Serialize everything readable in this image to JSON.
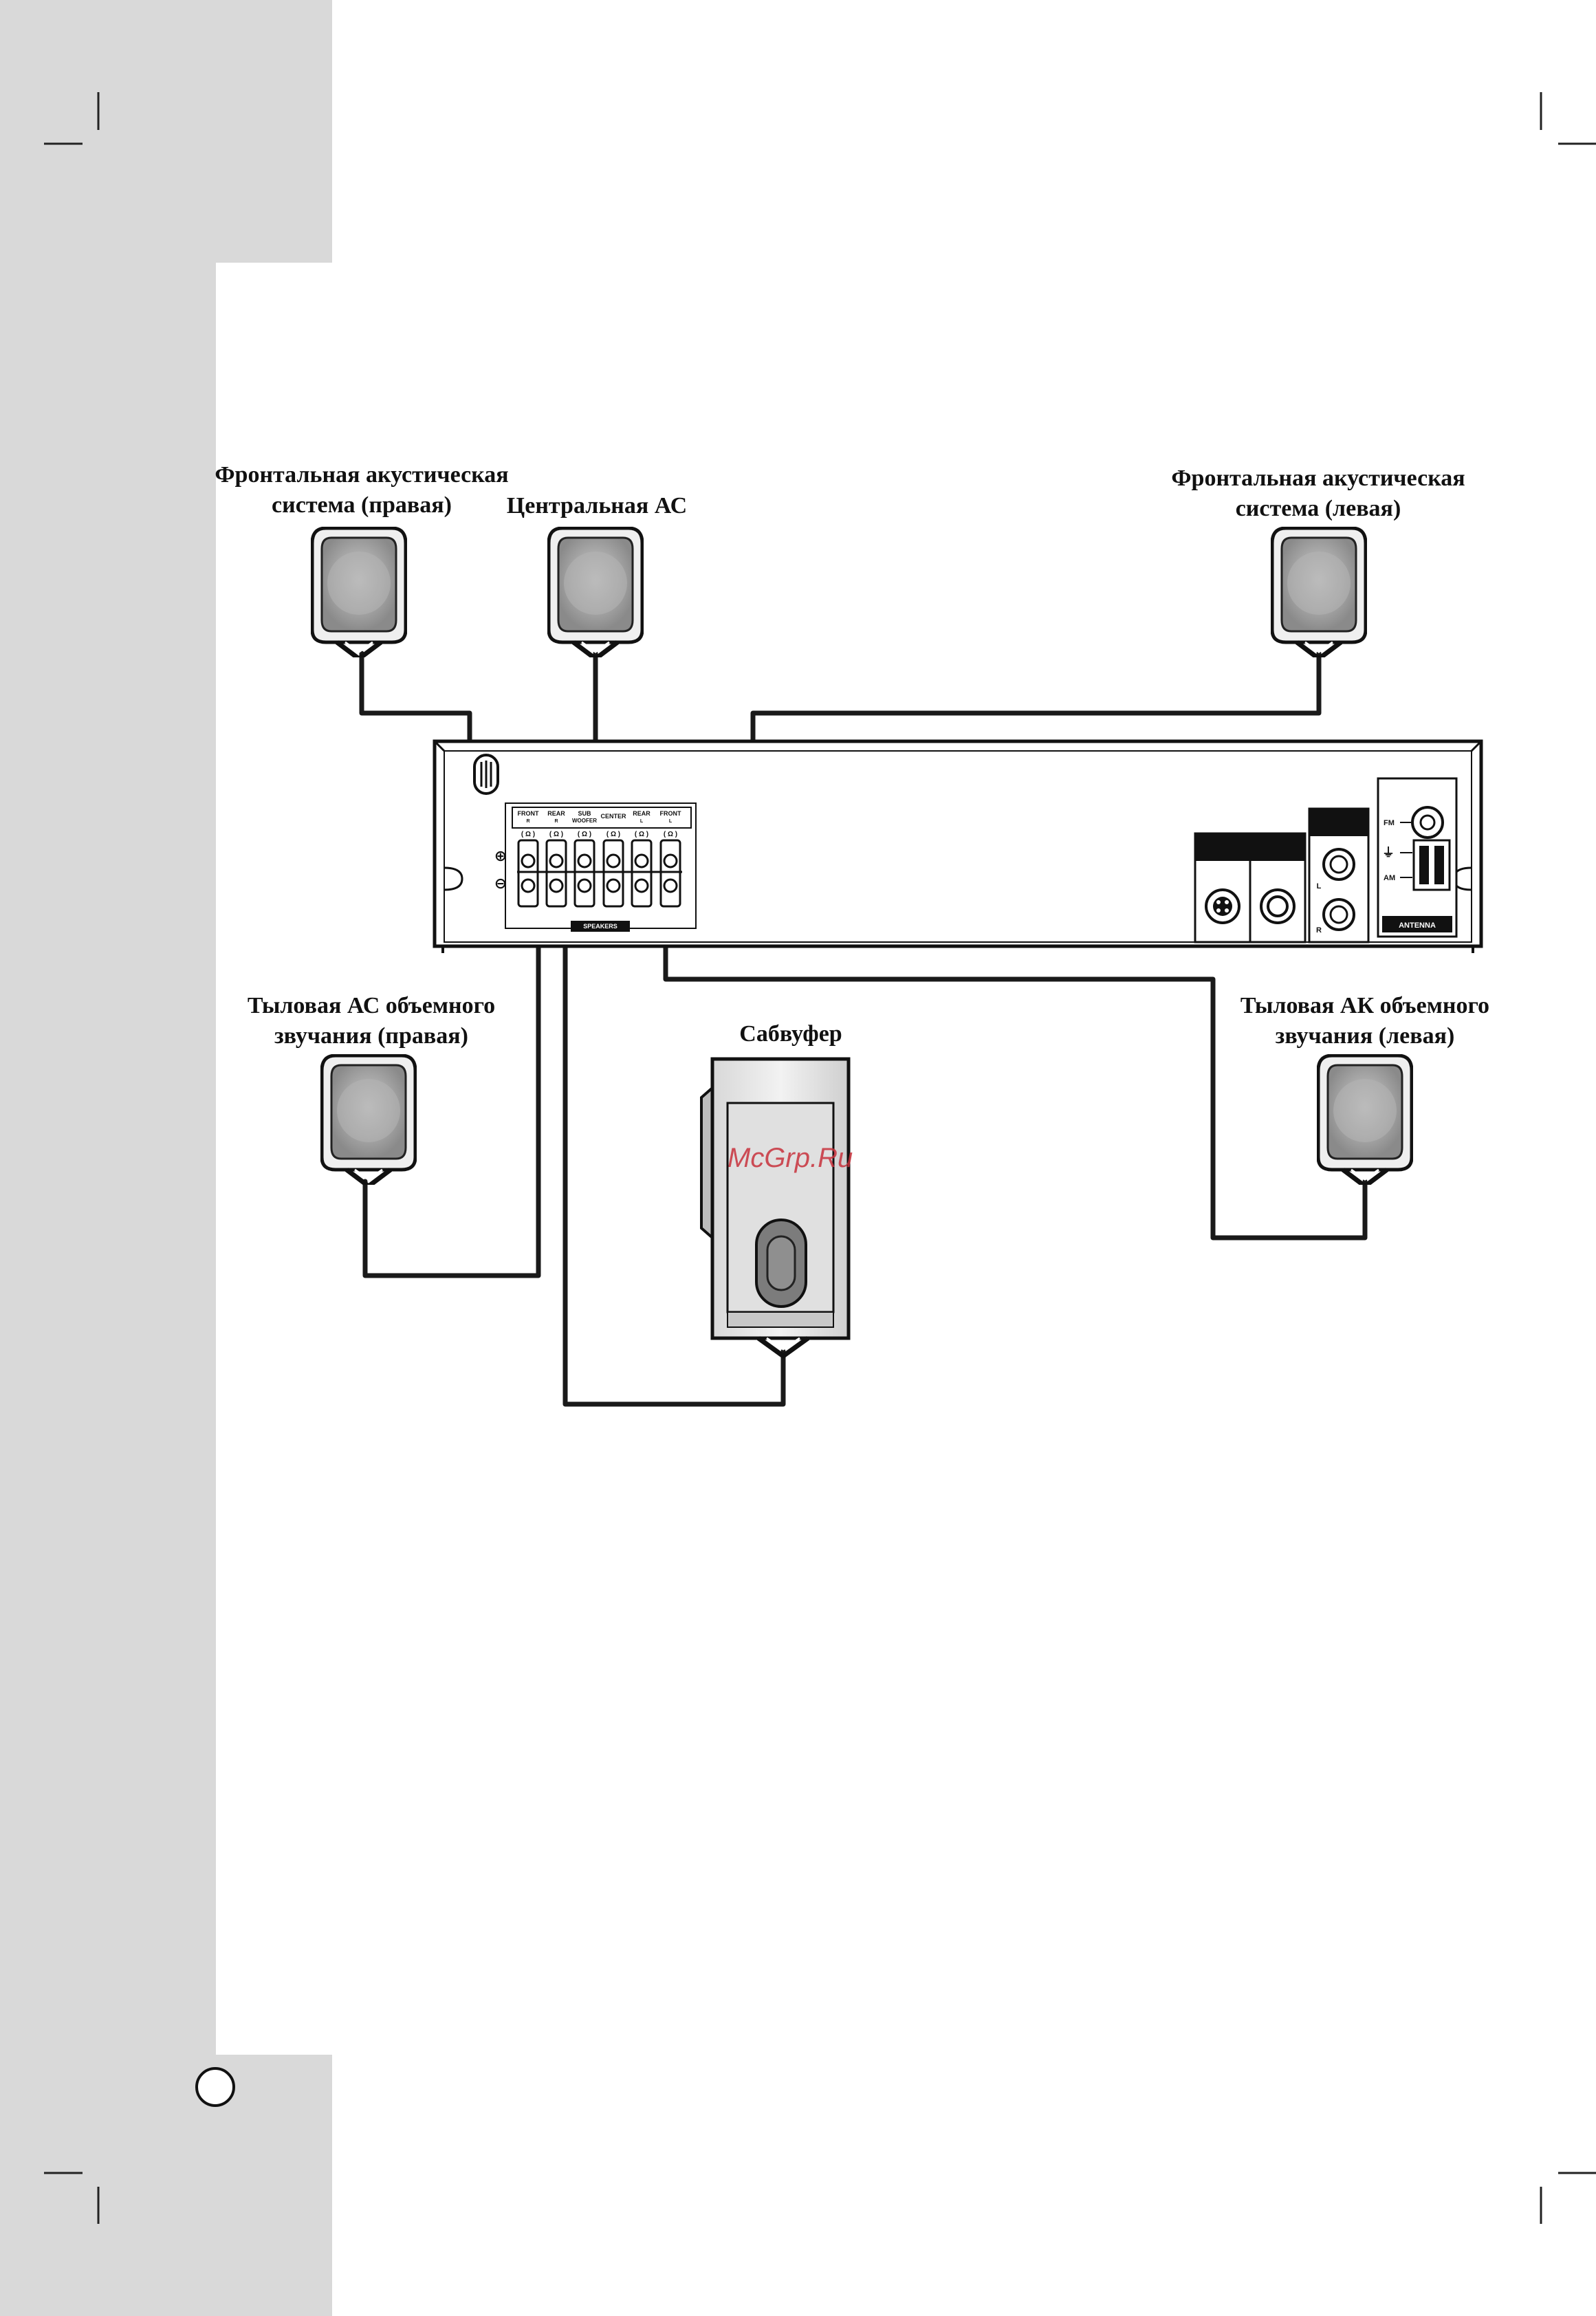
{
  "labels": {
    "front_right": [
      "Фронтальная акустическая",
      "система (правая)"
    ],
    "center": "Центральная АС",
    "front_left": [
      "Фронтальная акустическая",
      "система (левая)"
    ],
    "rear_right": [
      "Тыловая АС объемного",
      "звучания (правая)"
    ],
    "subwoofer": "Сабвуфер",
    "rear_left": [
      "Тыловая АК объемного",
      "звучания (левая)"
    ]
  },
  "terminals": {
    "channels": [
      {
        "name": "FRONT",
        "side": "R"
      },
      {
        "name": "REAR",
        "side": "R"
      },
      {
        "name": "SUB",
        "side": "WOOFER"
      },
      {
        "name": "CENTER",
        "side": ""
      },
      {
        "name": "REAR",
        "side": "L"
      },
      {
        "name": "FRONT",
        "side": "L"
      }
    ],
    "impedance": "( Ω )",
    "plus": "⊕",
    "minus": "⊖",
    "panel_label": "SPEAKERS"
  },
  "antenna": {
    "fm": "FM",
    "ground": "⏚",
    "am": "AM",
    "label": "ANTENNA"
  },
  "audio_in": {
    "left": "L",
    "right": "R"
  },
  "watermark": "McGrp.Ru",
  "colors": {
    "sidebar": "#d9d9d9",
    "wire": "#1a1a1a",
    "speaker_body": "#ececec",
    "speaker_cone": "#9a9a9a"
  }
}
